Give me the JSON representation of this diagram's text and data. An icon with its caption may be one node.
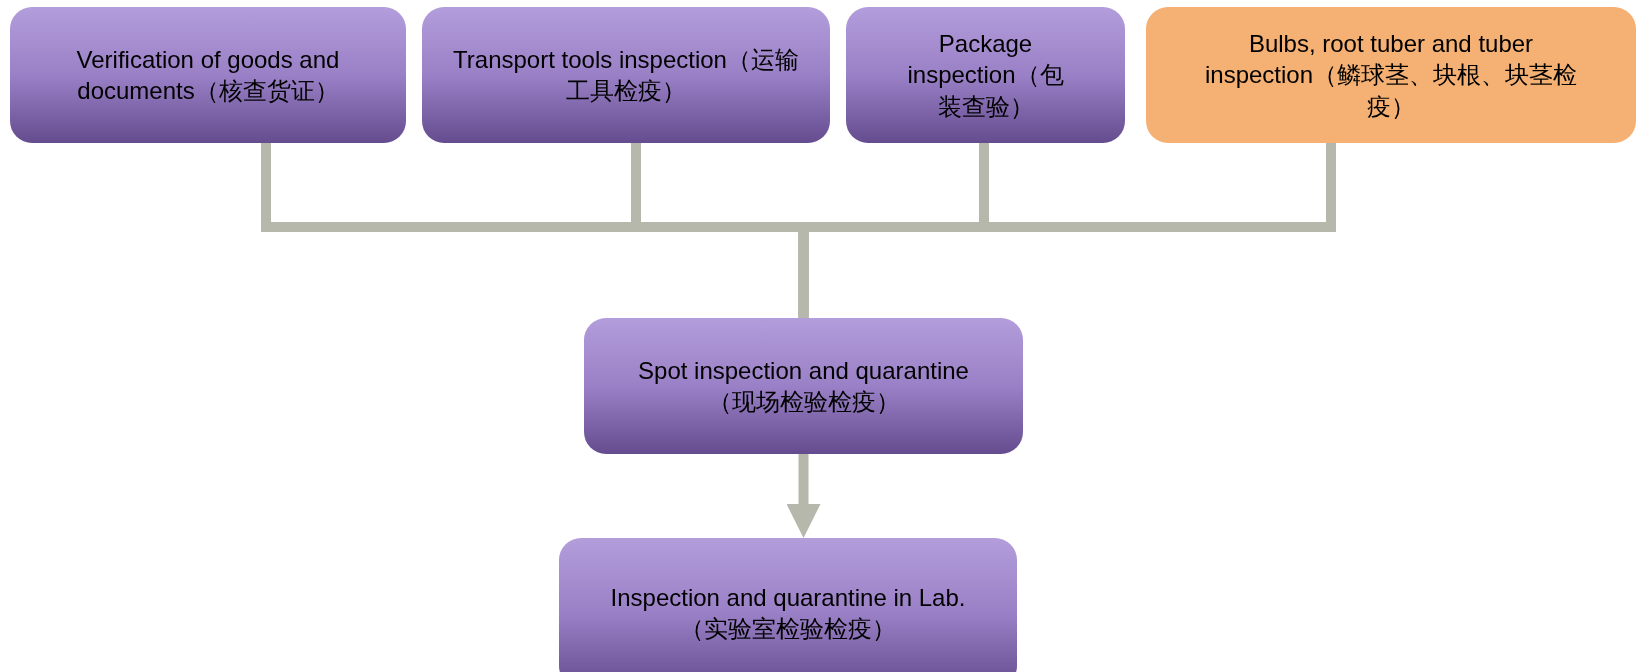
{
  "diagram": {
    "nodes": [
      {
        "text": [
          "Verification of goods and documents（核查货证）"
        ]
      },
      {
        "text": [
          "Transport tools inspection（运输工具检疫）"
        ]
      },
      {
        "text": [
          "Package inspection（包装查验）"
        ]
      },
      {
        "text": [
          "Bulbs, root tuber and tuber inspection（鳞球茎、块根、块茎检疫）"
        ]
      },
      {
        "text": [
          "Spot inspection and quarantine（现场检验检疫）"
        ]
      },
      {
        "text": [
          "Inspection and quarantine in Lab.（实验室检验检疫）"
        ]
      }
    ],
    "edges": [
      {
        "from": 0,
        "to": 4,
        "arrow": "none"
      },
      {
        "from": 1,
        "to": 4,
        "arrow": "none"
      },
      {
        "from": 2,
        "to": 4,
        "arrow": "none"
      },
      {
        "from": 3,
        "to": 4,
        "arrow": "none"
      },
      {
        "from": 4,
        "to": 5,
        "arrow": "to"
      }
    ]
  }
}
